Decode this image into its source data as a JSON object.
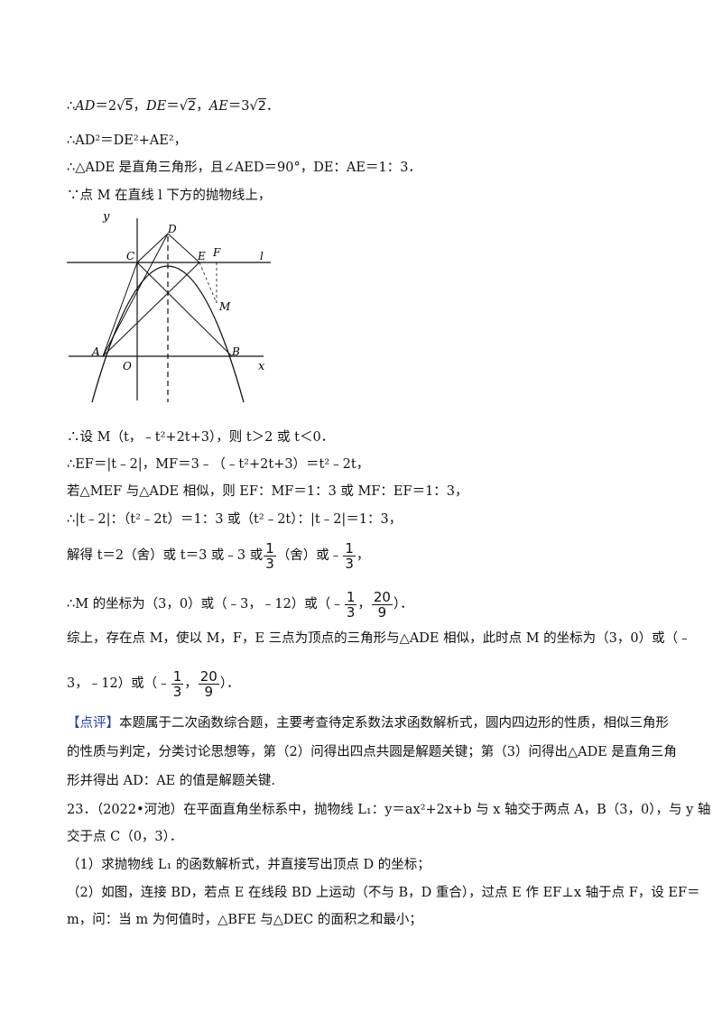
{
  "lines": {
    "l1": {
      "a": "∴",
      "ad": "AD",
      "eq1": "＝2√",
      "s5": "5",
      "sep1": "，",
      "de": "DE",
      "eq2": "＝√",
      "s2a": "2",
      "sep2": "，",
      "ae": "AE",
      "eq3": "＝3√",
      "s2b": "2",
      "end": "．"
    },
    "l2": "∴AD²＝DE²+AE²，",
    "l3": "∴△ADE 是直角三角形，且∠AED＝90°，DE：AE＝1：3．",
    "l4": "∵点 M 在直线 l 下方的抛物线上，",
    "l5": "∴设 M（t，﹣t²+2t+3），则 t＞2 或 t＜0．",
    "l6": "∴EF＝|t﹣2|，MF＝3﹣（﹣t²+2t+3）＝t²﹣2t，",
    "l7": "若△MEF 与△ADE 相似，则 EF：MF＝1：3 或 MF：EF＝1：3，",
    "l8": "∴|t﹣2|：（t²﹣2t）＝1：3 或（t²﹣2t）：|t﹣2|＝1：3，",
    "l9": {
      "pre": "解得 t＝2（舍）或 t＝3 或﹣3 或",
      "mid": "（舍）或﹣",
      "post": "，"
    },
    "l10": {
      "pre": "∴M 的坐标为（3，0）或（﹣3，﹣12）或（﹣",
      "comma": "，",
      "post": "）．"
    },
    "l11": "综上，存在点 M，使以 M，F，E 三点为顶点的三角形与△ADE 相似，此时点 M 的坐标为（3，0）或（﹣",
    "l12": {
      "pre": "3，﹣12）或（﹣",
      "comma": "，",
      "post": "）．"
    },
    "comment_tag": "【点评】",
    "comment1": "本题属于二次函数综合题，主要考查待定系数法求函数解析式，圆内四边形的性质，相似三角形",
    "comment2": "的性质与判定，分类讨论思想等，第（2）问得出四点共圆是解题关键；第（3）问得出△ADE 是直角三角",
    "comment3": "形并得出 AD：AE 的值是解题关键.",
    "q1": "23．（2022•河池）在平面直角坐标系中，抛物线 L₁：y＝ax²+2x+b 与 x 轴交于两点 A，B（3，0），与 y 轴",
    "q2": "交于点 C（0，3）．",
    "q3": "（1）求抛物线 L₁ 的函数解析式，并直接写出顶点 D 的坐标；",
    "q4": "（2）如图，连接 BD，若点 E 在线段 BD 上运动（不与 B，D 重合），过点 E 作 EF⊥x 轴于点 F，设 EF＝",
    "q5": "m，问：当 m 为何值时，△BFE 与△DEC 的面积之和最小；"
  },
  "fractions": {
    "one_third": {
      "num": "1",
      "den": "3"
    },
    "twenty_ninths": {
      "num": "20",
      "den": "9"
    }
  },
  "figure": {
    "labels": {
      "y": "y",
      "x": "x",
      "o": "O",
      "a": "A",
      "b": "B",
      "c": "C",
      "d": "D",
      "e": "E",
      "f": "F",
      "m": "M",
      "l": "l"
    }
  }
}
